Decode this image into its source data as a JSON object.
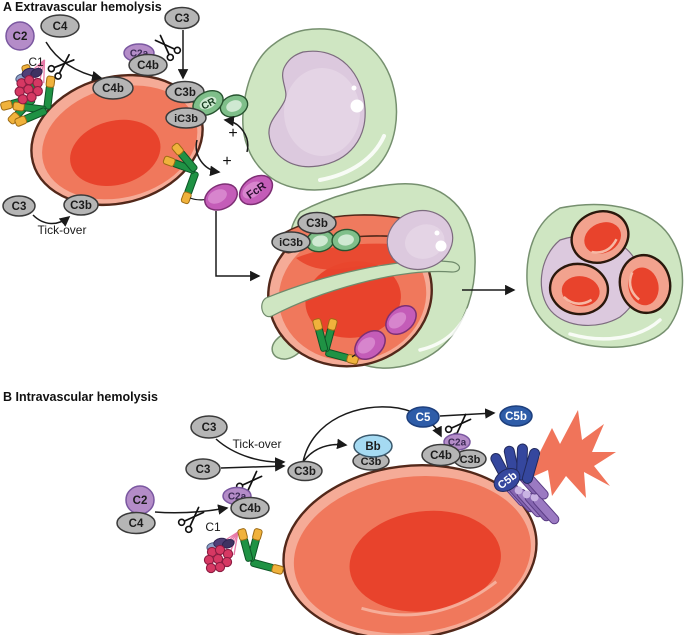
{
  "figure": {
    "description": "Complement-mediated hemolysis diagram",
    "panels": [
      "A Extravascular hemolysis",
      "B Intravascular hemolysis"
    ]
  },
  "a": {
    "title": "A Extravascular hemolysis",
    "c2": "C2",
    "c4": "C4",
    "c1": "C1",
    "c3_top": "C3",
    "c2a": "C2a",
    "c4b_free": "C4b",
    "c4b_cell": "C4b",
    "c3b_cell": "C3b",
    "cr": "CR",
    "ic3b": "iC3b",
    "plus_top": "+",
    "plus_bottom": "+",
    "fcr": "FcR",
    "c3_free": "C3",
    "c3b_free": "C3b",
    "tick_over": "Tick-over",
    "c3b_mac": "C3b",
    "ic3b_mac": "iC3b"
  },
  "b": {
    "title": "B Intravascular hemolysis",
    "c3_tick": "C3",
    "tick_over": "Tick-over",
    "c3": "C3",
    "c2": "C2",
    "c4": "C4",
    "c1": "C1",
    "c2a_free": "C2a",
    "c4b_free": "C4b",
    "c3b_cell": "C3b",
    "bb": "Bb",
    "c3b_bb": "C3b",
    "c5": "C5",
    "c5b_free": "C5b",
    "c2a_cell": "C2a",
    "c4b_cell": "C4b",
    "c3b_cell2": "C3b",
    "c5b_mac": "C5b"
  },
  "icons": {
    "scissors-icon": "✂"
  },
  "colors": {
    "token_gray": "#b5b5b5",
    "token_purple": "#b48cc8",
    "token_blue_dark": "#2e5ca8",
    "token_blue_light": "#a5daf2",
    "receptor_green": "#7fbf8a",
    "macrophage_green": "#cfe6c2",
    "nucleus_lavender": "#dcc9de",
    "rbc_body": "#f0785c",
    "rbc_rim": "#f5ab97",
    "rbc_center": "#e8432c",
    "antibody_green": "#1f9244",
    "antibody_tip": "#f0b23c",
    "fcr_magenta": "#c45cb8",
    "c1_berry": "#d63863",
    "mac_finger_blue": "#35479e",
    "mac_tube_purple": "#9b7ac2",
    "burst_red": "#f0745a"
  }
}
